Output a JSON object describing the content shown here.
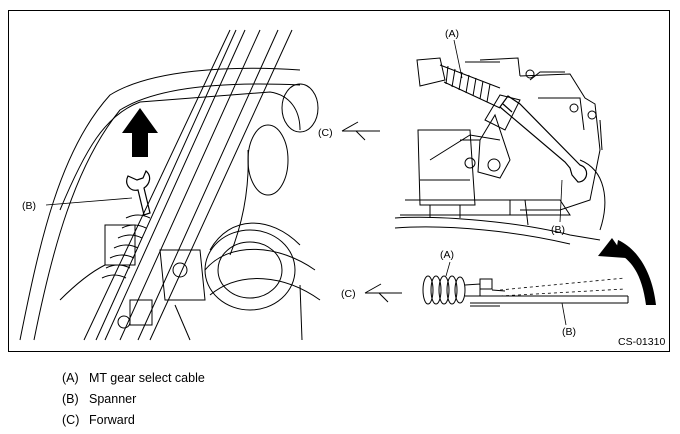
{
  "figure": {
    "callouts": {
      "a_top": "(A)",
      "b_left": "(B)",
      "b_right": "(B)",
      "c_top": "(C)",
      "a_bottom": "(A)",
      "c_bottom": "(C)",
      "b_bottom": "(B)"
    },
    "figure_code": "CS-01310"
  },
  "legend": [
    {
      "key": "(A)",
      "text": "MT gear select cable"
    },
    {
      "key": "(B)",
      "text": "Spanner"
    },
    {
      "key": "(C)",
      "text": "Forward"
    }
  ]
}
